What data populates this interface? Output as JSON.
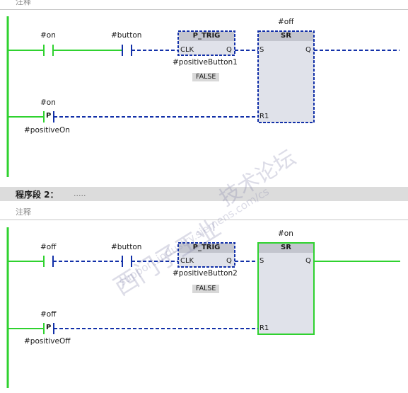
{
  "network1": {
    "comment": "注释",
    "contact_on": "#on",
    "contact_button": "#button",
    "ptrig_title": "P_TRIG",
    "ptrig_clk": "CLK",
    "ptrig_q": "Q",
    "ptrig_instance": "#positiveButton1",
    "ptrig_value": "FALSE",
    "sr_var": "#off",
    "sr_title": "SR",
    "sr_s": "S",
    "sr_q": "Q",
    "sr_r1": "R1",
    "reset_contact": "#on",
    "reset_contact_type": "P",
    "reset_edge_mem": "#positiveOn"
  },
  "network2": {
    "header_title": "程序段 2：",
    "header_dots": ".....",
    "comment": "注释",
    "contact_off": "#off",
    "contact_button": "#button",
    "ptrig_title": "P_TRIG",
    "ptrig_clk": "CLK",
    "ptrig_q": "Q",
    "ptrig_instance": "#positiveButton2",
    "ptrig_value": "FALSE",
    "sr_var": "#on",
    "sr_title": "SR",
    "sr_s": "S",
    "sr_q": "Q",
    "sr_r1": "R1",
    "reset_contact": "#off",
    "reset_contact_type": "P",
    "reset_edge_mem": "#positiveOff"
  },
  "watermark": {
    "line1": "西门子工业",
    "line2": "support.industry.siemens.com/cs",
    "line3": "技术论坛"
  },
  "colors": {
    "power_flow": "#2fd22f",
    "no_flow": "#1230a8",
    "box_fill": "#e0e2ea",
    "box_header": "#c3c5ce"
  }
}
